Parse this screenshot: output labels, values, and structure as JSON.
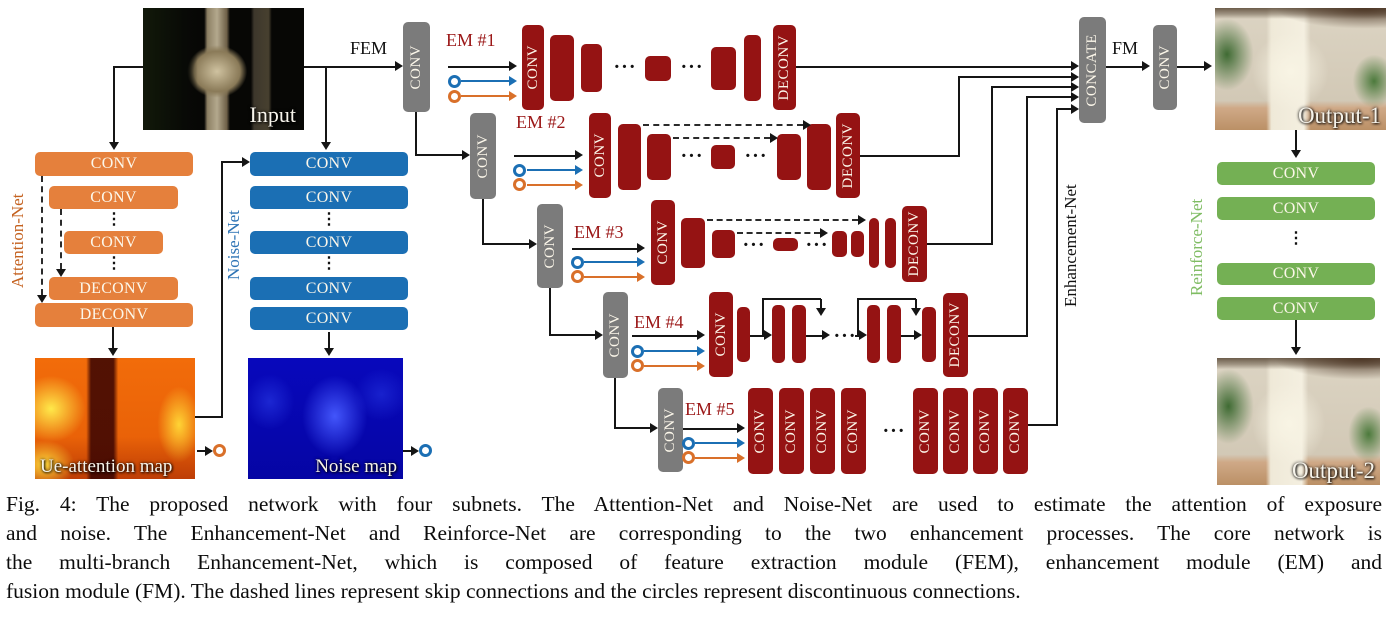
{
  "diagram": {
    "fem_label": "FEM",
    "fm_label": "FM",
    "concate_label": "CONCATE",
    "fm_conv": "CONV",
    "enhancement_label": "Enhancement-Net",
    "entry_convs": [
      "CONV",
      "CONV",
      "CONV",
      "CONV",
      "CONV"
    ],
    "branches": [
      {
        "name": "EM #1",
        "conv": "CONV",
        "deconv": "DECONV"
      },
      {
        "name": "EM #2",
        "conv": "CONV",
        "deconv": "DECONV"
      },
      {
        "name": "EM #3",
        "conv": "CONV",
        "deconv": "DECONV"
      },
      {
        "name": "EM #4",
        "conv": "CONV",
        "deconv": "DECONV"
      },
      {
        "name": "EM #5",
        "convs": [
          "CONV",
          "CONV",
          "CONV",
          "CONV",
          "CONV",
          "CONV",
          "CONV",
          "CONV"
        ]
      }
    ]
  },
  "attention": {
    "label": "Attention-Net",
    "blocks": [
      "CONV",
      "CONV",
      "CONV",
      "DECONV",
      "DECONV"
    ],
    "map_label": "Ue-attention map"
  },
  "noise": {
    "label": "Noise-Net",
    "blocks": [
      "CONV",
      "CONV",
      "CONV",
      "CONV",
      "CONV"
    ],
    "map_label": "Noise map"
  },
  "reinforce": {
    "label": "Reinforce-Net",
    "blocks": [
      "CONV",
      "CONV",
      "CONV",
      "CONV"
    ]
  },
  "io": {
    "input_label": "Input",
    "output1_label": "Output-1",
    "output2_label": "Output-2"
  },
  "glyphs": {
    "vdots": "⋮",
    "hdots": "···"
  },
  "caption": {
    "lines": [
      "Fig. 4: The proposed network with four subnets. The Attention-Net and Noise-Net are used to estimate the attention of exposure",
      "and noise. The Enhancement-Net and Reinforce-Net are corresponding to the two enhancement processes. The core network is",
      "the multi-branch Enhancement-Net, which is composed of feature extraction module (FEM), enhancement module (EM) and",
      "fusion module (FM). The dashed lines represent skip connections and the circles represent discontinuous connections."
    ]
  },
  "colors": {
    "attention_block": "#E5803C",
    "attention_label": "#C4611F",
    "noise_block": "#1B6FB4",
    "noise_label": "#2E74B5",
    "enhancement_block": "#951313",
    "em_label": "#9B1717",
    "gray_block": "#7B7B7B",
    "reinforce_block": "#74B054",
    "reinforce_label": "#7FBC63",
    "line": "#151515",
    "orange_connector": "#D9702A"
  }
}
